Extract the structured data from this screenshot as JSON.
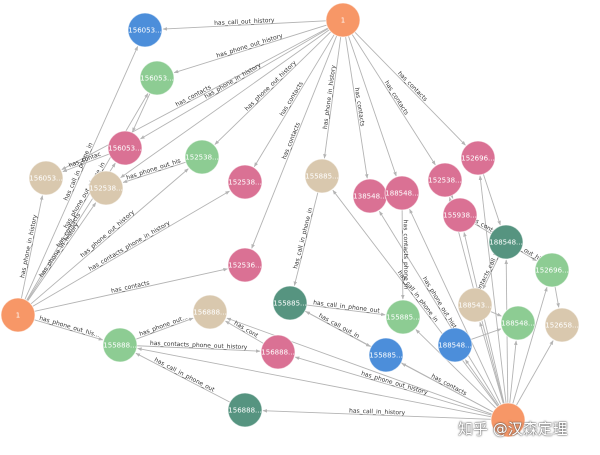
{
  "colors": {
    "orange": "#f79767",
    "blue": "#4c8eda",
    "green": "#8dcc93",
    "pink": "#da7194",
    "tan": "#d9c8ae",
    "darkgreen": "#569480",
    "edge": "#b4b4b4"
  },
  "nodes": [
    {
      "id": "o1",
      "label": "1",
      "color": "orange"
    },
    {
      "id": "o2",
      "label": "1",
      "color": "orange"
    },
    {
      "id": "o3",
      "label": "",
      "color": "orange"
    },
    {
      "id": "b1",
      "label": "156053...",
      "color": "blue"
    },
    {
      "id": "g1",
      "label": "156053...",
      "color": "green"
    },
    {
      "id": "p1",
      "label": "156053...",
      "color": "pink"
    },
    {
      "id": "t1",
      "label": "156053...",
      "color": "tan"
    },
    {
      "id": "t2",
      "label": "152538...",
      "color": "tan"
    },
    {
      "id": "g2",
      "label": "152538...",
      "color": "green"
    },
    {
      "id": "p2",
      "label": "152538...",
      "color": "pink"
    },
    {
      "id": "p3",
      "label": "152536...",
      "color": "pink"
    },
    {
      "id": "t3",
      "label": "155885...",
      "color": "tan"
    },
    {
      "id": "p4",
      "label": "138548...",
      "color": "pink"
    },
    {
      "id": "p5",
      "label": "188548...",
      "color": "pink"
    },
    {
      "id": "p6",
      "label": "152538...",
      "color": "pink"
    },
    {
      "id": "p7",
      "label": "152696...",
      "color": "pink"
    },
    {
      "id": "p8",
      "label": "155938...",
      "color": "pink"
    },
    {
      "id": "d1",
      "label": "188548...",
      "color": "darkgreen"
    },
    {
      "id": "g3",
      "label": "152696...",
      "color": "green"
    },
    {
      "id": "d2",
      "label": "155885...",
      "color": "darkgreen"
    },
    {
      "id": "g4",
      "label": "155885...",
      "color": "green"
    },
    {
      "id": "t4",
      "label": "188543...",
      "color": "tan"
    },
    {
      "id": "g5",
      "label": "188548...",
      "color": "green"
    },
    {
      "id": "t5",
      "label": "152658...",
      "color": "tan"
    },
    {
      "id": "t6",
      "label": "156888...",
      "color": "tan"
    },
    {
      "id": "g6",
      "label": "155888...",
      "color": "green"
    },
    {
      "id": "p9",
      "label": "156888...",
      "color": "pink"
    },
    {
      "id": "b2",
      "label": "155885...",
      "color": "blue"
    },
    {
      "id": "b3",
      "label": "188548...",
      "color": "blue"
    },
    {
      "id": "d3",
      "label": "156888...",
      "color": "darkgreen"
    }
  ],
  "edges": [
    {
      "from": "o1",
      "to": "b1",
      "label": "has_call_out_history"
    },
    {
      "from": "o1",
      "to": "g1",
      "label": "has_phone_out_history"
    },
    {
      "from": "o1",
      "to": "p1",
      "label": "has_phone_in_history"
    },
    {
      "from": "o1",
      "to": "t1",
      "label": "has_contacts"
    },
    {
      "from": "o1",
      "to": "g2",
      "label": "has_phone_out_history"
    },
    {
      "from": "o1",
      "to": "p2",
      "label": "has_contacts"
    },
    {
      "from": "o1",
      "to": "p3",
      "label": "has_contacts"
    },
    {
      "from": "o1",
      "to": "t3",
      "label": "has_phone_in_history"
    },
    {
      "from": "o1",
      "to": "p4",
      "label": "has_contacts"
    },
    {
      "from": "o1",
      "to": "p6",
      "label": "has_contacts"
    },
    {
      "from": "o1",
      "to": "p7",
      "label": "has_contacts"
    },
    {
      "from": "o1",
      "to": "t2",
      "label": ""
    },
    {
      "from": "o1",
      "to": "p5",
      "label": ""
    },
    {
      "from": "o2",
      "to": "t1",
      "label": "has_phone_in_history"
    },
    {
      "from": "o2",
      "to": "t2",
      "label": "has_phone_in_history"
    },
    {
      "from": "o2",
      "to": "b1",
      "label": "has_call_in_phone_in"
    },
    {
      "from": "o2",
      "to": "g1",
      "label": "has_phone_out_phone_in"
    },
    {
      "from": "o2",
      "to": "p1",
      "label": "has_contacts"
    },
    {
      "from": "o2",
      "to": "g2",
      "label": "has_phone_out_history"
    },
    {
      "from": "o2",
      "to": "p3",
      "label": "has_contacts"
    },
    {
      "from": "o2",
      "to": "p2",
      "label": "has_contacts_phone_in_history"
    },
    {
      "from": "o2",
      "to": "g6",
      "label": "has_phone_out_his..."
    },
    {
      "from": "o3",
      "to": "t3",
      "label": "has_call_in_phone_in"
    },
    {
      "from": "o3",
      "to": "p4",
      "label": "has_phone_out_history"
    },
    {
      "from": "o3",
      "to": "p5",
      "label": ""
    },
    {
      "from": "o3",
      "to": "p6",
      "label": ""
    },
    {
      "from": "o3",
      "to": "p7",
      "label": ""
    },
    {
      "from": "o3",
      "to": "p8",
      "label": ""
    },
    {
      "from": "o3",
      "to": "d1",
      "label": ""
    },
    {
      "from": "o3",
      "to": "g3",
      "label": ""
    },
    {
      "from": "o3",
      "to": "t5",
      "label": ""
    },
    {
      "from": "o3",
      "to": "g5",
      "label": ""
    },
    {
      "from": "o3",
      "to": "t4",
      "label": ""
    },
    {
      "from": "o3",
      "to": "b3",
      "label": ""
    },
    {
      "from": "o3",
      "to": "b2",
      "label": "has_contacts"
    },
    {
      "from": "o3",
      "to": "g4",
      "label": ""
    },
    {
      "from": "o3",
      "to": "d2",
      "label": ""
    },
    {
      "from": "o3",
      "to": "p9",
      "label": "has_phone_out_history"
    },
    {
      "from": "o3",
      "to": "d3",
      "label": "has_call_in_history"
    },
    {
      "from": "o3",
      "to": "t6",
      "label": ""
    },
    {
      "from": "o3",
      "to": "g6",
      "label": ""
    },
    {
      "from": "d2",
      "to": "g4",
      "label": "has_call_in_phone_out"
    },
    {
      "from": "d2",
      "to": "b2",
      "label": "has_call_out_in"
    },
    {
      "from": "g6",
      "to": "t6",
      "label": "has_phone_out..."
    },
    {
      "from": "g6",
      "to": "p9",
      "label": "has_contacts_phone_out_history"
    },
    {
      "from": "p9",
      "to": "t6",
      "label": "has_cont"
    },
    {
      "from": "d3",
      "to": "g6",
      "label": "has_call_in_phone_out"
    },
    {
      "from": "p8",
      "to": "g3",
      "label": "has_contacts_phone_out_hi..."
    },
    {
      "from": "d1",
      "to": "t4",
      "label": "has_contacts_call_history"
    },
    {
      "from": "p7",
      "to": "d1",
      "label": ""
    },
    {
      "from": "p6",
      "to": "p8",
      "label": ""
    },
    {
      "from": "p4",
      "to": "p5",
      "label": ""
    },
    {
      "from": "t4",
      "to": "g5",
      "label": ""
    },
    {
      "from": "g3",
      "to": "t5",
      "label": ""
    },
    {
      "from": "b3",
      "to": "g5",
      "label": ""
    },
    {
      "from": "p5",
      "to": "g4",
      "label": "has_contacts_phone_in"
    },
    {
      "from": "t3",
      "to": "d2",
      "label": "has_call_in_phone_in"
    },
    {
      "from": "g2",
      "to": "t2",
      "label": "has_phone_out_his"
    },
    {
      "from": "p1",
      "to": "t1",
      "label": "has_contac"
    },
    {
      "from": "g1",
      "to": "p1",
      "label": ""
    }
  ],
  "watermark": {
    "logo": "知",
    "text": "知乎 @汉森定理"
  }
}
